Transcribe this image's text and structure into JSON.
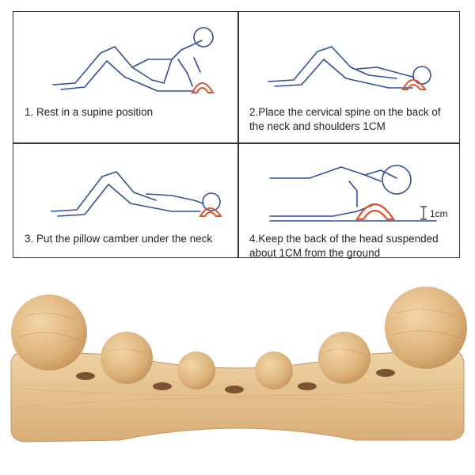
{
  "steps": [
    {
      "caption": "1. Rest in a supine position"
    },
    {
      "caption": "2.Place the cervical spine on the back of the neck and shoulders 1CM"
    },
    {
      "caption": "3. Put the pillow camber under the neck"
    },
    {
      "caption": "4.Keep the back of the head suspended about 1CM from the ground"
    }
  ],
  "dimension_label": "1cm",
  "colors": {
    "outline": "#2f4f9e",
    "pillow": "#e4512a",
    "wood_light": "#e9c796",
    "wood_dark": "#c79a62"
  }
}
